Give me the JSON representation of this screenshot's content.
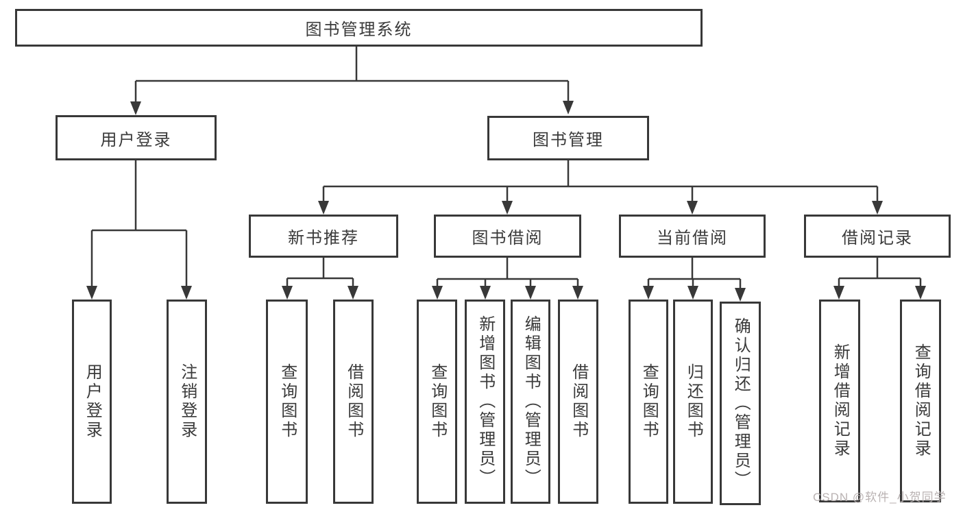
{
  "title": "图书管理系统",
  "watermark": "CSDN @软件_小贺同学",
  "colors": {
    "line": "#383838",
    "text": "#3a3a3a",
    "background": "#ffffff",
    "watermark": "#b9b2b2"
  },
  "nodes": {
    "root": "图书管理系统",
    "user_login": "用户登录",
    "book_management": "图书管理",
    "new_book_recommend": "新书推荐",
    "book_borrow": "图书借阅",
    "current_borrow": "当前借阅",
    "borrow_records": "借阅记录",
    "user_login_children": [
      "用户登录",
      "注销登录"
    ],
    "new_book_children": [
      "查询图书",
      "借阅图书"
    ],
    "book_borrow_children": [
      "查询图书",
      "新增图书（管理员）",
      "编辑图书（管理员）",
      "借阅图书"
    ],
    "current_borrow_children": [
      "查询图书",
      "归还图书",
      "确认归还（管理员）"
    ],
    "borrow_records_children": [
      "新增借阅记录",
      "查询借阅记录"
    ]
  }
}
